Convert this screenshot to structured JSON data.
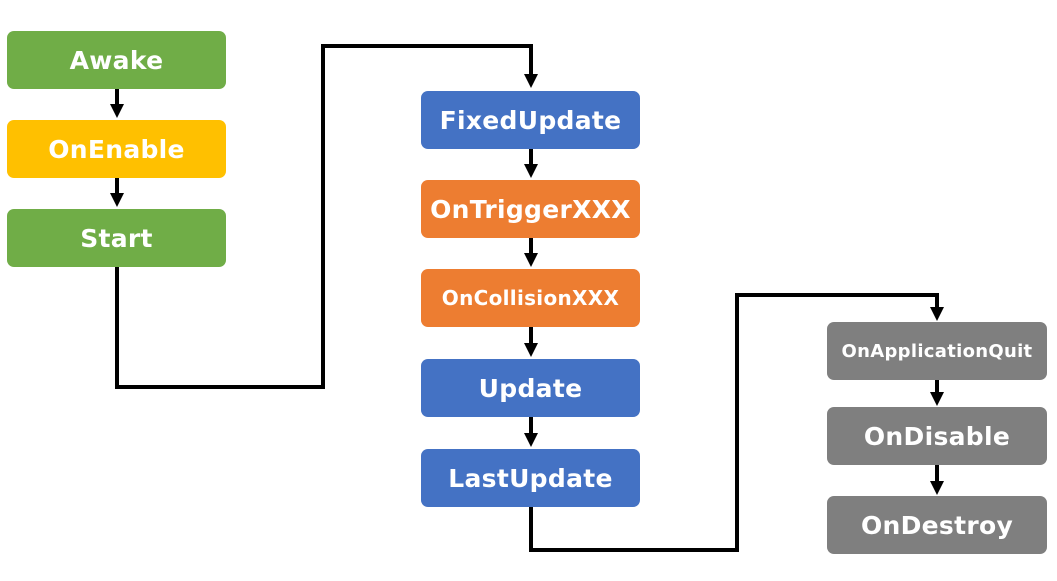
{
  "colors": {
    "green": "#70ad47",
    "yellow": "#ffc000",
    "blue": "#4472c4",
    "orange": "#ed7d31",
    "gray": "#7f7f7f",
    "connector": "#000000"
  },
  "nodes": {
    "awake": {
      "label": "Awake",
      "color": "green"
    },
    "on_enable": {
      "label": "OnEnable",
      "color": "yellow"
    },
    "start": {
      "label": "Start",
      "color": "green"
    },
    "fixed_update": {
      "label": "FixedUpdate",
      "color": "blue"
    },
    "on_trigger": {
      "label": "OnTriggerXXX",
      "color": "orange"
    },
    "on_collision": {
      "label": "OnCollisionXXX",
      "color": "orange"
    },
    "update": {
      "label": "Update",
      "color": "blue"
    },
    "last_update": {
      "label": "LastUpdate",
      "color": "blue"
    },
    "on_application_quit": {
      "label": "OnApplicationQuit",
      "color": "gray"
    },
    "on_disable": {
      "label": "OnDisable",
      "color": "gray"
    },
    "on_destroy": {
      "label": "OnDestroy",
      "color": "gray"
    }
  },
  "edges": [
    [
      "awake",
      "on_enable"
    ],
    [
      "on_enable",
      "start"
    ],
    [
      "start",
      "fixed_update"
    ],
    [
      "fixed_update",
      "on_trigger"
    ],
    [
      "on_trigger",
      "on_collision"
    ],
    [
      "on_collision",
      "update"
    ],
    [
      "update",
      "last_update"
    ],
    [
      "last_update",
      "on_application_quit"
    ],
    [
      "on_application_quit",
      "on_disable"
    ],
    [
      "on_disable",
      "on_destroy"
    ]
  ]
}
